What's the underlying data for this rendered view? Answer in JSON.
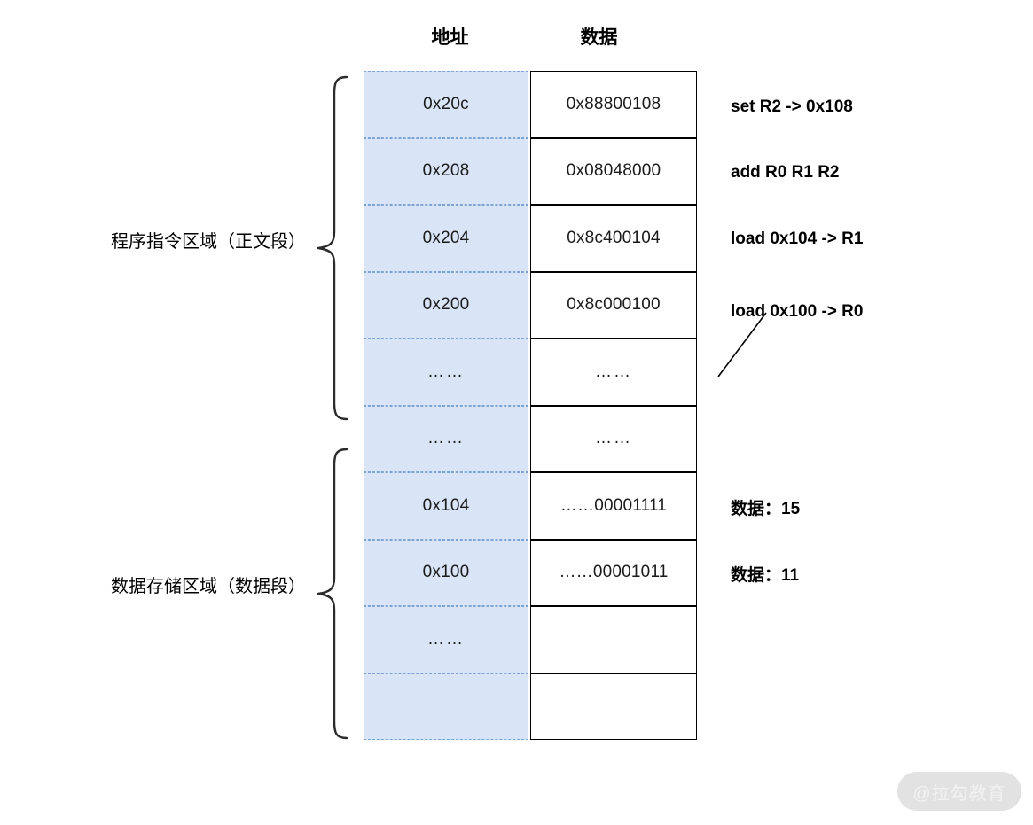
{
  "headers": {
    "address": "地址",
    "data": "数据"
  },
  "regions": [
    {
      "label": "程序指令区域（正文段）",
      "name": "text-segment"
    },
    {
      "label": "数据存储区域（数据段）",
      "name": "data-segment"
    }
  ],
  "rows": [
    {
      "address": "0x20c",
      "data": "0x88800108"
    },
    {
      "address": "0x208",
      "data": "0x08048000"
    },
    {
      "address": "0x204",
      "data": "0x8c400104"
    },
    {
      "address": "0x200",
      "data": "0x8c000100"
    },
    {
      "address": "……",
      "data": "……"
    },
    {
      "address": "……",
      "data": "……"
    },
    {
      "address": "0x104",
      "data": "……00001111"
    },
    {
      "address": "0x100",
      "data": "……00001011"
    },
    {
      "address": "……",
      "data": ""
    },
    {
      "address": "",
      "data": ""
    }
  ],
  "annotations": [
    "set R2 -> 0x108",
    "add R0 R1 R2",
    "load 0x104 -> R1",
    "load 0x100 -> R0",
    "数据：15",
    "数据：11"
  ],
  "watermark": "@拉勾教育",
  "colors": {
    "address_fill": "#d9e5f7",
    "address_border": "#7ba3d6",
    "data_border": "#000000",
    "text": "#000000",
    "watermark_pill": "#e2e2e2",
    "watermark_text": "#f2f2f2"
  }
}
